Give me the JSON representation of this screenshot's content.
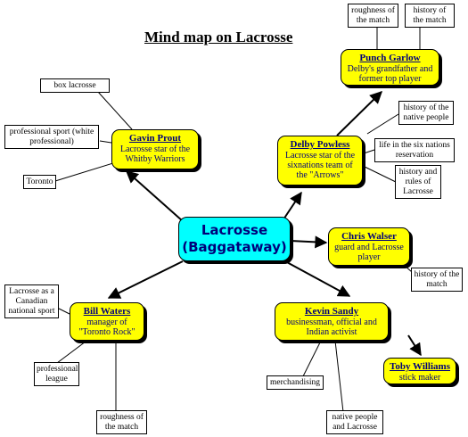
{
  "title": "Mind map on Lacrosse",
  "center": {
    "line1": "Lacrosse",
    "line2": "(Baggataway)"
  },
  "nodes": {
    "punch_garlow": {
      "name": "Punch Garlow",
      "desc": "Delby's grandfather and former top player"
    },
    "gavin_prout": {
      "name": "Gavin Prout",
      "desc": "Lacrosse star of the Whitby Warriors"
    },
    "delby_powless": {
      "name": "Delby Powless",
      "desc": "Lacrosse star of the sixnations team of the \"Arrows\""
    },
    "chris_walser": {
      "name": "Chris Walser",
      "desc": "guard and Lacrosse player"
    },
    "bill_waters": {
      "name": "Bill Waters",
      "desc": "manager of \"Toronto Rock\""
    },
    "kevin_sandy": {
      "name": "Kevin Sandy",
      "desc": "businessman, official and Indian activist"
    },
    "toby_williams": {
      "name": "Toby Williams",
      "desc": "stick maker"
    }
  },
  "notes": {
    "roughness_top": "roughness of the match",
    "history_top": "history of the match",
    "box_lacrosse": "box lacrosse",
    "professional_sport": "professional sport (white professional)",
    "toronto": "Toronto",
    "history_native": "history of the native people",
    "life_six_nations": "life in the six nations reservation",
    "history_rules": "history and rules of Lacrosse",
    "history_chris": "history of the match",
    "lacrosse_canadian": "Lacrosse as a Canadian national sport",
    "professional_league": "professional league",
    "roughness_bottom": "roughness of the match",
    "merchandising": "merchandising",
    "native_people": "native people and Lacrosse"
  }
}
